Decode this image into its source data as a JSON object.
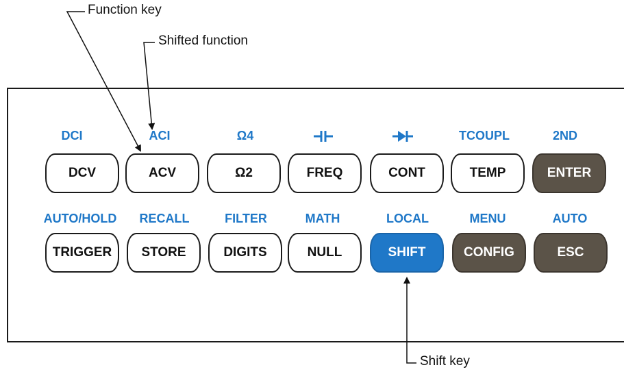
{
  "callouts": {
    "function_key": "Function key",
    "shifted_function": "Shifted function",
    "shift_key": "Shift key"
  },
  "colors": {
    "shifted_label": "#1f78c8",
    "dark_key": "#5b5348",
    "shift_key": "#1f78c8"
  },
  "rows": [
    {
      "keys": [
        {
          "shifted": "DCI",
          "label": "DCV",
          "style": "white"
        },
        {
          "shifted": "ACI",
          "label": "ACV",
          "style": "white"
        },
        {
          "shifted": "Ω4",
          "label": "Ω2",
          "style": "white"
        },
        {
          "shifted_icon": "capacitor-icon",
          "label": "FREQ",
          "style": "white"
        },
        {
          "shifted_icon": "diode-icon",
          "label": "CONT",
          "style": "white"
        },
        {
          "shifted": "TCOUPL",
          "label": "TEMP",
          "style": "white"
        },
        {
          "shifted": "2ND",
          "label": "ENTER",
          "style": "dark"
        }
      ]
    },
    {
      "keys": [
        {
          "shifted": "AUTO/HOLD",
          "label": "TRIGGER",
          "style": "white"
        },
        {
          "shifted": "RECALL",
          "label": "STORE",
          "style": "white"
        },
        {
          "shifted": "FILTER",
          "label": "DIGITS",
          "style": "white"
        },
        {
          "shifted": "MATH",
          "label": "NULL",
          "style": "white"
        },
        {
          "shifted": "LOCAL",
          "label": "SHIFT",
          "style": "blue"
        },
        {
          "shifted": "MENU",
          "label": "CONFIG",
          "style": "dark"
        },
        {
          "shifted": "AUTO",
          "label": "ESC",
          "style": "dark"
        }
      ]
    }
  ]
}
